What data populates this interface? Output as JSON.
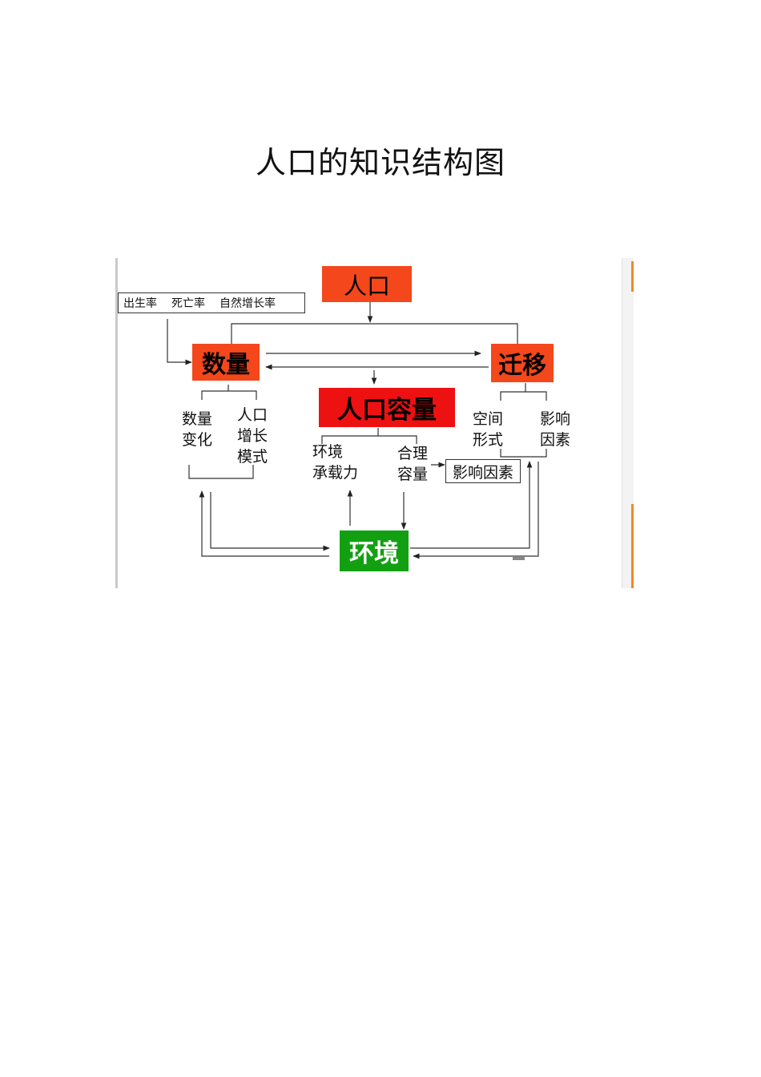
{
  "title": "人口的知识结构图",
  "diagram": {
    "nodes": {
      "population": "人口",
      "quantity": "数量",
      "migration": "迁移",
      "capacity": "人口容量",
      "environment": "环境"
    },
    "rates": [
      "出生率",
      "死亡率",
      "自然增长率"
    ],
    "quantity_children": {
      "change": [
        "数量",
        "变化"
      ],
      "growth_mode": [
        "人口",
        "增长",
        "模式"
      ]
    },
    "capacity_children": {
      "carrying": [
        "环境",
        "承载力"
      ],
      "reasonable": [
        "合理",
        "容量"
      ]
    },
    "capacity_factors": "影响因素",
    "migration_children": {
      "form": [
        "空间",
        "形式"
      ],
      "factors": [
        "影响",
        "因素"
      ]
    },
    "colors": {
      "red_orange": "#f4471b",
      "red": "#ee1111",
      "green": "#12a012",
      "accent": "#f08a24"
    }
  }
}
